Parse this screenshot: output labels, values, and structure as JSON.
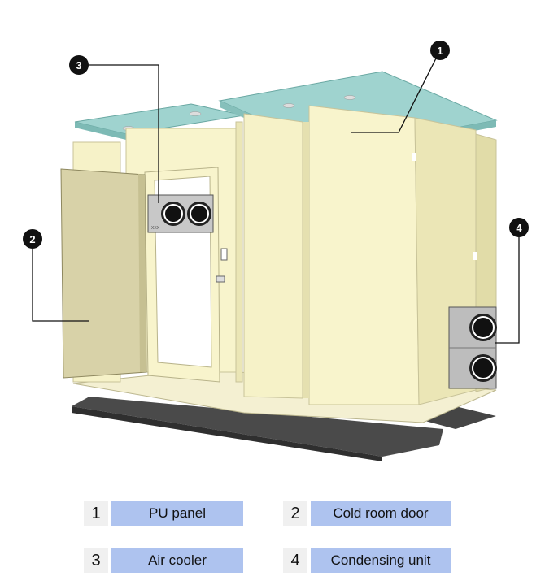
{
  "callouts": [
    {
      "number": "1",
      "label": "PU panel"
    },
    {
      "number": "2",
      "label": "Cold room door"
    },
    {
      "number": "3",
      "label": "Air cooler"
    },
    {
      "number": "4",
      "label": "Condensing unit"
    }
  ],
  "colors": {
    "panel": "#f8f4cc",
    "panel_shade": "#ebe6b6",
    "door": "#d8d2a8",
    "roof": "#8fc9c4",
    "base": "#3f3f3f",
    "unit": "#bdbdbd",
    "legend_label_bg": "#aec3ef",
    "legend_num_bg": "#f0f0f0"
  },
  "air_cooler_marking": "XXX"
}
